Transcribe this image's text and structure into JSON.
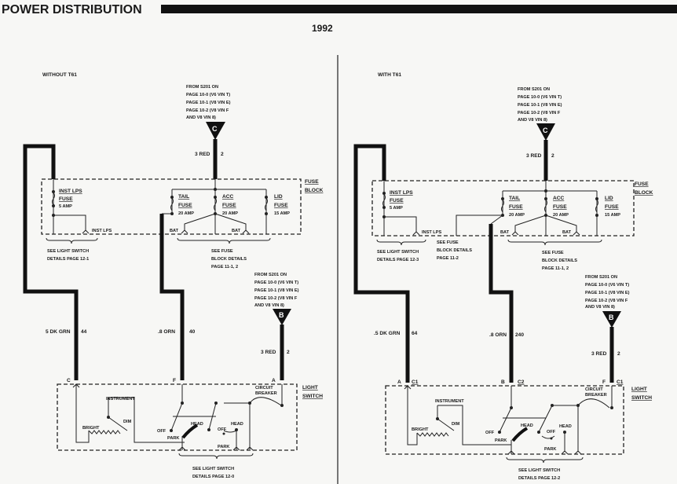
{
  "header": {
    "title": "POWER DISTRIBUTION",
    "year": "1992"
  },
  "left": {
    "title": "WITHOUT T61",
    "source_c": [
      "FROM S201 ON",
      "PAGE 10-0 (V6 VIN T)",
      "PAGE 10-1 (V8 VIN E)",
      "PAGE 10-2 (V8 VIN F",
      "AND V8 VIN 8)"
    ],
    "connector_c": "C",
    "wire_c": {
      "label": "3 RED",
      "circuit": "2"
    },
    "fuse_block": {
      "label1": "FUSE",
      "label2": "BLOCK"
    },
    "inst_fuse": {
      "name": "INST LPS",
      "fuse": "FUSE",
      "amp": "5 AMP"
    },
    "tail_fuse": {
      "name": "TAIL",
      "fuse": "FUSE",
      "amp": "20 AMP"
    },
    "acc_fuse": {
      "name": "ACC",
      "fuse": "FUSE",
      "amp": "20 AMP"
    },
    "lid_fuse": {
      "name": "LID",
      "fuse": "FUSE",
      "amp": "15 AMP"
    },
    "inst_lps_conn": "INST LPS",
    "bat1": "BAT",
    "bat2": "BAT",
    "see_ls": [
      "SEE LIGHT SWITCH",
      "DETAILS PAGE 12-1"
    ],
    "see_fb": [
      "SEE FUSE",
      "BLOCK DETAILS",
      "PAGE 11-1, 2"
    ],
    "source_b": [
      "FROM S201 ON",
      "PAGE 10-0 (V6 VIN T)",
      "PAGE 10-1 (V8 VIN E)",
      "PAGE 10-2 (V8 VIN F",
      "AND V8 VIN 8)"
    ],
    "connector_b": "B",
    "wire_green": {
      "label": "5 DK GRN",
      "circuit": "44"
    },
    "wire_orn": {
      "label": ".8 ORN",
      "circuit": "40"
    },
    "wire_red": {
      "label": "3 RED",
      "circuit": "2"
    },
    "pins": {
      "c": "C",
      "f": "F",
      "a": "A"
    },
    "light_switch": {
      "label1": "LIGHT",
      "label2": "SWITCH",
      "instrument": "INSTRUMENT",
      "bright": "BRIGHT",
      "dim": "DIM",
      "off1": "OFF",
      "park1": "PARK",
      "head1": "HEAD",
      "off2": "OFF",
      "head2": "HEAD",
      "park2": "PARK",
      "cb1": "CIRCUIT",
      "cb2": "BREAKER"
    },
    "see_ls_bottom": [
      "SEE LIGHT SWITCH",
      "DETAILS PAGE 12-0"
    ]
  },
  "right": {
    "title": "WITH T61",
    "source_c": [
      "FROM S201 ON",
      "PAGE 10-0 (V6 VIN T)",
      "PAGE 10-1 (V8 VIN E)",
      "PAGE 10-2 (V8 VIN F",
      "AND V8 VIN 8)"
    ],
    "connector_c": "C",
    "wire_c": {
      "label": "3 RED",
      "circuit": "2"
    },
    "fuse_block": {
      "label1": "FUSE",
      "label2": "BLOCK"
    },
    "inst_fuse": {
      "name": "INST LPS",
      "fuse": "FUSE",
      "amp": "5 AMP"
    },
    "tail_fuse": {
      "name": "TAIL",
      "fuse": "FUSE",
      "amp": "20 AMP"
    },
    "acc_fuse": {
      "name": "ACC",
      "fuse": "FUSE",
      "amp": "20 AMP"
    },
    "lid_fuse": {
      "name": "LID",
      "fuse": "FUSE",
      "amp": "15 AMP"
    },
    "inst_lps_conn": "INST LPS",
    "bat1": "BAT",
    "bat2": "BAT",
    "see_ls": [
      "SEE LIGHT SWITCH",
      "DETAILS PAGE 12-3"
    ],
    "see_fb_small": [
      "SEE FUSE",
      "BLOCK DETAILS",
      "PAGE 11-2"
    ],
    "see_fb": [
      "SEE FUSE",
      "BLOCK DETAILS",
      "PAGE 11-1, 2"
    ],
    "source_b": [
      "FROM S201 ON",
      "PAGE 10-0 (V6 VIN T)",
      "PAGE 10-1 (V8 VIN E)",
      "PAGE 10-2 (V8 VIN F",
      "AND V8 VIN 8)"
    ],
    "connector_b": "B",
    "wire_green": {
      "label": ".5 DK GRN",
      "circuit": "64"
    },
    "wire_orn": {
      "label": ".8 ORN",
      "circuit": "240"
    },
    "wire_red": {
      "label": "3 RED",
      "circuit": "2"
    },
    "pins": {
      "a": "A",
      "a_conn": "C1",
      "b": "B",
      "b_conn": "C2",
      "f": "F",
      "f_conn": "C1"
    },
    "light_switch": {
      "label1": "LIGHT",
      "label2": "SWITCH",
      "instrument": "INSTRUMENT",
      "bright": "BRIGHT",
      "dim": "DIM",
      "off1": "OFF",
      "park1": "PARK",
      "head1": "HEAD",
      "off2": "OFF",
      "head2": "HEAD",
      "park2": "PARK",
      "cb1": "CIRCUIT",
      "cb2": "BREAKER"
    },
    "see_ls_bottom": [
      "SEE LIGHT SWITCH",
      "DETAILS PAGE 12-2"
    ]
  }
}
